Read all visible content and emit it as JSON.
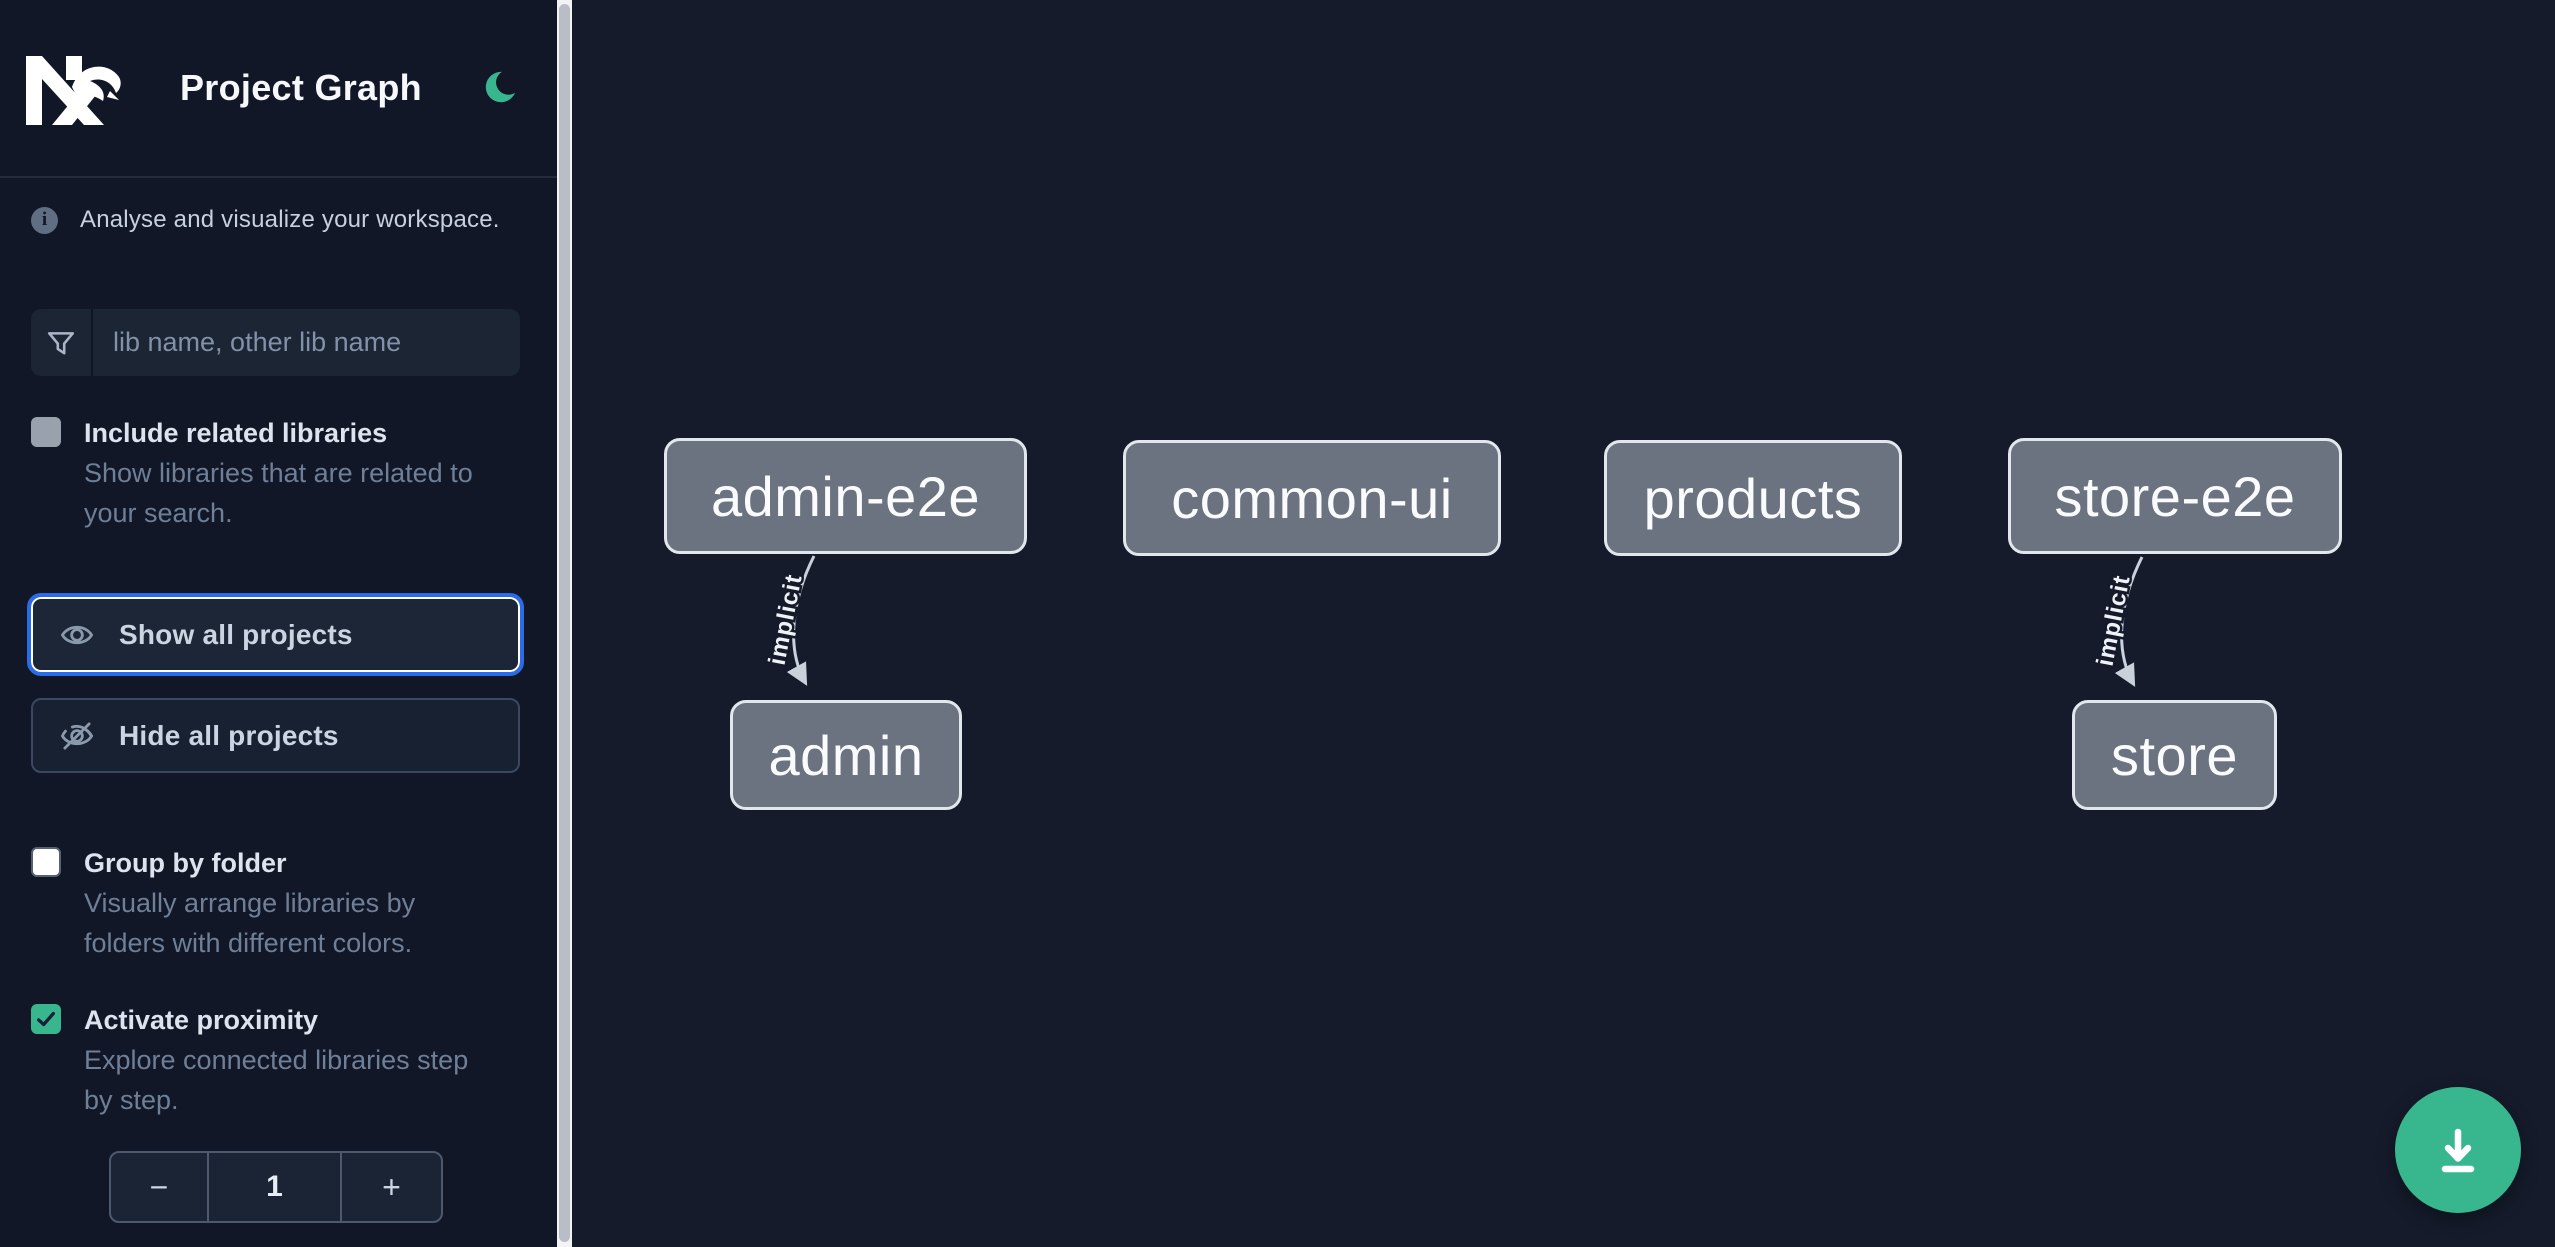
{
  "header": {
    "title": "Project Graph",
    "logo": "nx-logo",
    "theme_toggle_icon": "moon-icon"
  },
  "sidebar": {
    "info_text": "Analyse and visualize your workspace.",
    "filter": {
      "icon": "funnel-icon",
      "placeholder": "lib name, other lib name",
      "value": ""
    },
    "options": [
      {
        "label": "Include related libraries",
        "description": "Show libraries that are related to your search.",
        "checked": false,
        "state": "disabled-gray"
      },
      {
        "label": "Group by folder",
        "description": "Visually arrange libraries by folders with different colors.",
        "checked": false,
        "state": "unchecked-white"
      },
      {
        "label": "Activate proximity",
        "description": "Explore connected libraries step by step.",
        "checked": true,
        "state": "checked-green"
      }
    ],
    "actions": [
      {
        "label": "Show all projects",
        "icon": "eye-icon",
        "focused": true
      },
      {
        "label": "Hide all projects",
        "icon": "eye-off-icon",
        "focused": false
      }
    ],
    "stepper": {
      "decrement_label": "−",
      "value": "1",
      "increment_label": "+"
    }
  },
  "graph": {
    "nodes": [
      {
        "label": "admin-e2e"
      },
      {
        "label": "common-ui"
      },
      {
        "label": "products"
      },
      {
        "label": "store-e2e"
      },
      {
        "label": "admin"
      },
      {
        "label": "store"
      }
    ],
    "edges": [
      {
        "source": "admin-e2e",
        "target": "admin",
        "label": "implicit"
      },
      {
        "source": "store-e2e",
        "target": "store",
        "label": "implicit"
      }
    ]
  },
  "fab": {
    "icon": "download-icon"
  },
  "colors": {
    "sidebar_bg": "#111726",
    "canvas_bg": "#151b2b",
    "accent_green": "#38b78e",
    "focus_blue": "#2b6be8",
    "node_fill": "#6b7280",
    "node_border": "#e2e7ee",
    "node_text": "#fafbfd",
    "edge_color": "#c9d1dc"
  }
}
